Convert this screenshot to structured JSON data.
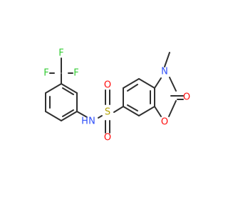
{
  "molecule": {
    "atoms": [
      {
        "id": "F1",
        "symbol": "F",
        "color": "#33cc33"
      },
      {
        "id": "F2",
        "symbol": "F",
        "color": "#33cc33"
      },
      {
        "id": "F3",
        "symbol": "F",
        "color": "#33cc33"
      },
      {
        "id": "N1",
        "symbol": "N",
        "color": "#3050f8"
      },
      {
        "id": "H1",
        "symbol": "H",
        "color": "#3050f8"
      },
      {
        "id": "S1",
        "symbol": "S",
        "color": "#b2a000"
      },
      {
        "id": "O1",
        "symbol": "O",
        "color": "#ff0d0d"
      },
      {
        "id": "O2",
        "symbol": "O",
        "color": "#ff0d0d"
      },
      {
        "id": "N2",
        "symbol": "N",
        "color": "#3050f8"
      },
      {
        "id": "O3",
        "symbol": "O",
        "color": "#ff0d0d"
      },
      {
        "id": "O4",
        "symbol": "O",
        "color": "#ff0d0d"
      }
    ],
    "bond_color": "#303030"
  }
}
